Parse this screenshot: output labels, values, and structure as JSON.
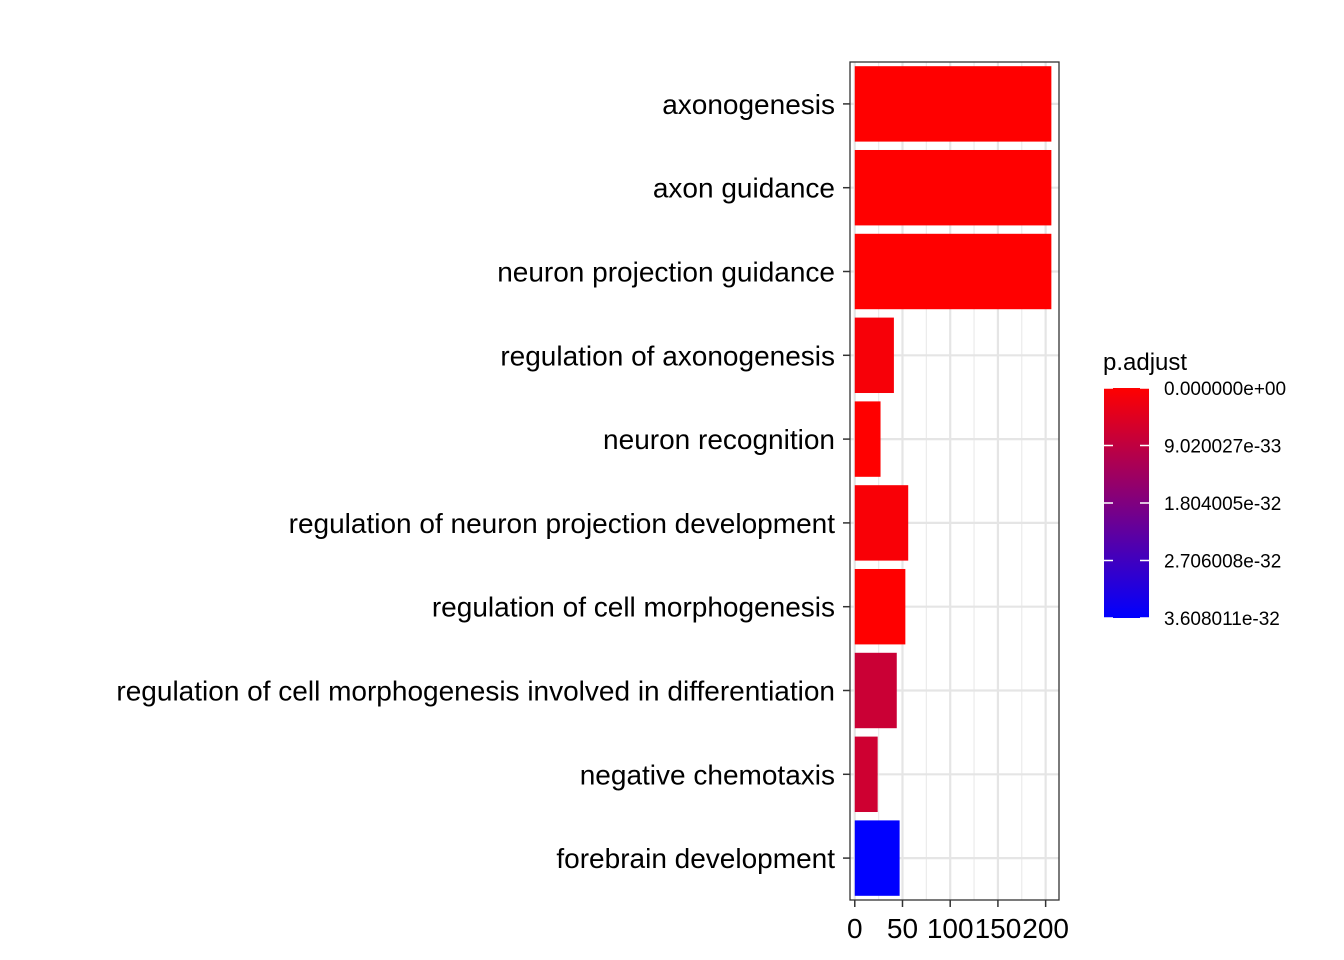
{
  "chart_data": {
    "type": "bar",
    "orientation": "horizontal",
    "title": "",
    "xlabel": "",
    "ylabel": "",
    "categories": [
      "axonogenesis",
      "axon guidance",
      "neuron projection guidance",
      "regulation of axonogenesis",
      "neuron recognition",
      "regulation of neuron projection development",
      "regulation of cell morphogenesis",
      "regulation of cell morphogenesis involved in differentiation",
      "negative chemotaxis",
      "forebrain development"
    ],
    "values": [
      206,
      206,
      206,
      41,
      27,
      56,
      53,
      44,
      24,
      47
    ],
    "p_adjust": [
      0,
      0,
      0,
      1.2e-33,
      0,
      9e-34,
      0,
      7.5e-33,
      7e-33,
      3.608011e-32
    ],
    "xlim": [
      -5,
      214
    ],
    "x_ticks": [
      0,
      50,
      100,
      150,
      200
    ],
    "x_tick_labels": [
      "0",
      "50",
      "100",
      "150",
      "200"
    ],
    "grid": true,
    "legend": {
      "title": "p.adjust",
      "position": "right",
      "labels": [
        "0.000000e+00",
        "9.020027e-33",
        "1.804005e-32",
        "2.706008e-32",
        "3.608011e-32"
      ],
      "values": [
        0,
        9.020027e-33,
        1.804005e-32,
        2.706008e-32,
        3.608011e-32
      ],
      "low_color": "#ff0000",
      "high_color": "#0000ff"
    }
  }
}
